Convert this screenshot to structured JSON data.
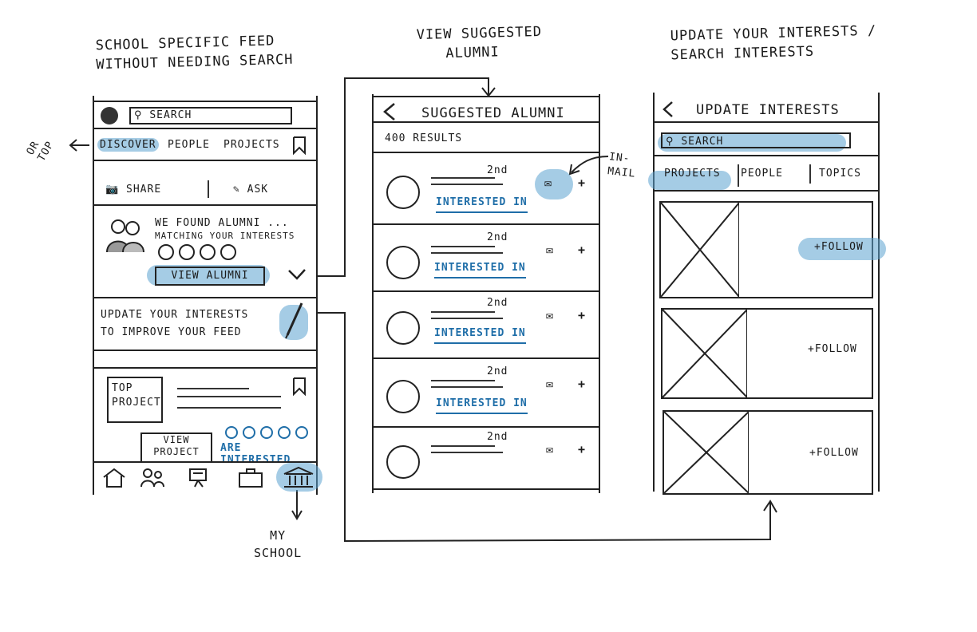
{
  "captions": {
    "feed": [
      "SCHOOL SPECIFIC FEED",
      "WITHOUT NEEDING SEARCH"
    ],
    "suggested": [
      "VIEW SUGGESTED",
      "ALUMNI"
    ],
    "interests": [
      "UPDATE YOUR INTERESTS /",
      "SEARCH INTERESTS"
    ],
    "or_top": [
      "OR",
      "TOP"
    ],
    "in_mail": [
      "IN-",
      "MAIL"
    ],
    "my_school": [
      "MY",
      "SCHOOL"
    ]
  },
  "feed": {
    "search": "SEARCH",
    "tabs": [
      "DISCOVER",
      "PEOPLE",
      "PROJECTS"
    ],
    "share": "SHARE",
    "ask": "ASK",
    "alumni_text": [
      "WE FOUND ALUMNI ...",
      "MATCHING YOUR INTERESTS"
    ],
    "view_alumni": "VIEW ALUMNI",
    "update_text": [
      "UPDATE YOUR INTERESTS",
      "TO IMPROVE YOUR FEED"
    ],
    "top_project": [
      "TOP",
      "PROJECT"
    ],
    "view_project": [
      "VIEW",
      "PROJECT"
    ],
    "are_interested": "ARE INTERESTED",
    "nav": [
      "home-icon",
      "people-icon",
      "projects-icon",
      "jobs-icon",
      "my-school-icon"
    ]
  },
  "suggested": {
    "title": "SUGGESTED ALUMNI",
    "results": "400 RESULTS",
    "cards": [
      {
        "degree": "2nd",
        "interest": "INTERESTED IN"
      },
      {
        "degree": "2nd",
        "interest": "INTERESTED IN"
      },
      {
        "degree": "2nd",
        "interest": "INTERESTED IN"
      },
      {
        "degree": "2nd",
        "interest": "INTERESTED IN"
      },
      {
        "degree": "2nd",
        "interest": ""
      }
    ]
  },
  "interests": {
    "title": "UPDATE INTERESTS",
    "search": "SEARCH",
    "tabs": [
      "PROJECTS",
      "PEOPLE",
      "TOPICS"
    ],
    "items": [
      {
        "follow": "+FOLLOW"
      },
      {
        "follow": "+FOLLOW"
      },
      {
        "follow": "+FOLLOW"
      }
    ]
  },
  "colors": {
    "accent": "#1f6ea8",
    "highlight": "#5ba3cf",
    "ink": "#1a1a1a"
  }
}
